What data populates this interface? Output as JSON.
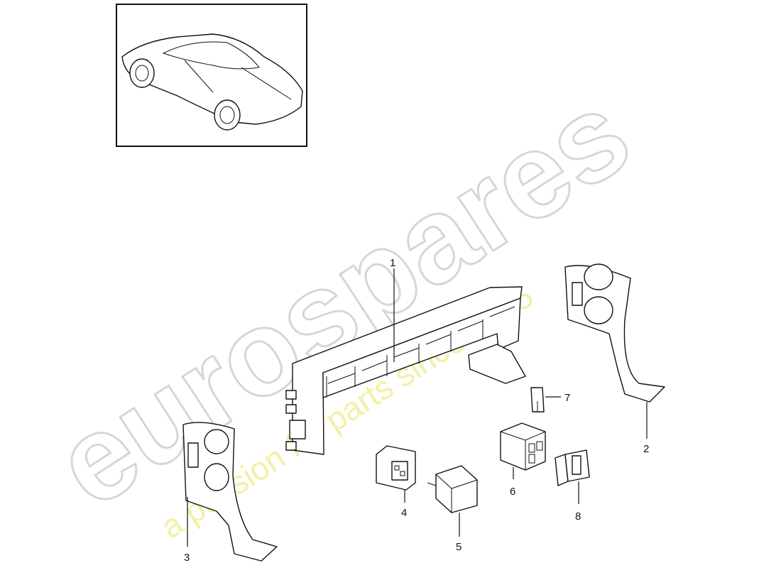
{
  "watermark": {
    "brand": "eurospares",
    "tagline": "a passion for parts since 1985",
    "brand_color": "#d6d6d6",
    "tagline_color": "#f3f0a8"
  },
  "thumbnail": {
    "icon": "car-coupe-icon"
  },
  "parts": [
    {
      "number": "1",
      "icon": "relay-carrier-bracket-icon"
    },
    {
      "number": "2",
      "icon": "right-side-holder-icon"
    },
    {
      "number": "3",
      "icon": "left-side-holder-icon"
    },
    {
      "number": "4",
      "icon": "relay-socket-icon"
    },
    {
      "number": "5",
      "icon": "relay-icon"
    },
    {
      "number": "6",
      "icon": "connector-housing-icon"
    },
    {
      "number": "7",
      "icon": "fuse-icon"
    },
    {
      "number": "8",
      "icon": "plug-icon"
    }
  ]
}
